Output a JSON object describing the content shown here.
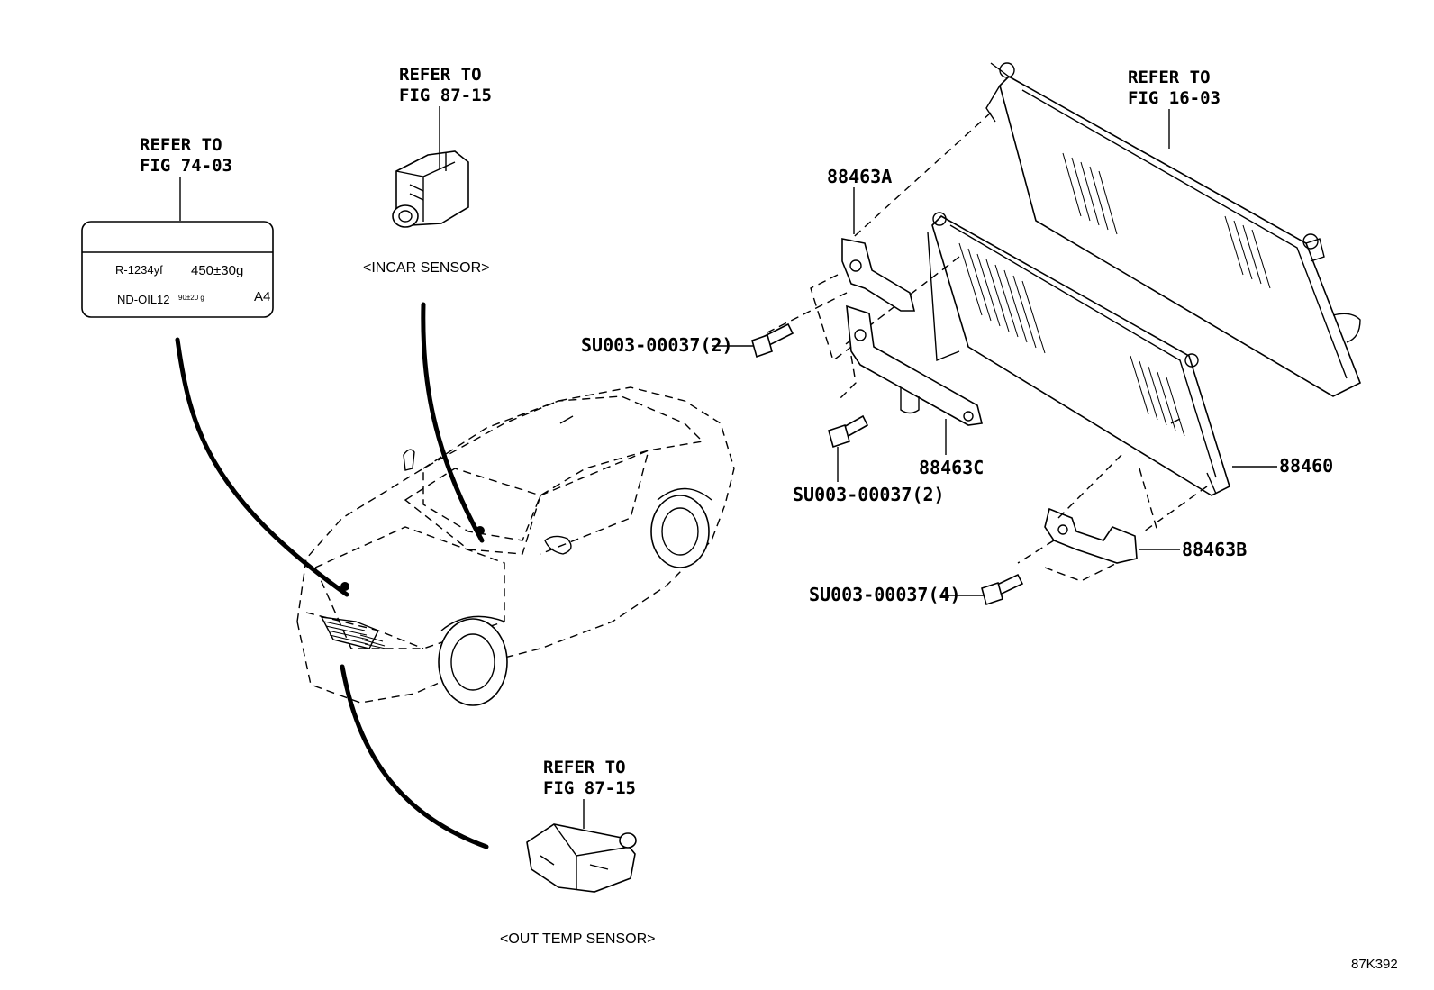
{
  "refs": {
    "fig_74_03": {
      "line1": "REFER TO",
      "line2": "FIG 74-03"
    },
    "fig_87_15_incar": {
      "line1": "REFER TO",
      "line2": "FIG 87-15"
    },
    "fig_87_15_out": {
      "line1": "REFER TO",
      "line2": "FIG 87-15"
    },
    "fig_16_03": {
      "line1": "REFER TO",
      "line2": "FIG 16-03"
    }
  },
  "captions": {
    "incar_sensor": "<INCAR SENSOR>",
    "out_temp_sensor": "<OUT TEMP SENSOR>"
  },
  "label_plate": {
    "refrigerant": "R-1234yf",
    "amount": "450±30g",
    "oil": "ND-OIL12",
    "oil_amount": "90±20 g",
    "code": "A4"
  },
  "parts": {
    "bracket_a": "88463A",
    "bracket_b": "88463B",
    "bracket_c": "88463C",
    "condenser": "88460",
    "bolt_1": "SU003-00037(2)",
    "bolt_2": "SU003-00037(2)",
    "bolt_3": "SU003-00037(4)"
  },
  "figure_id": "87K392"
}
